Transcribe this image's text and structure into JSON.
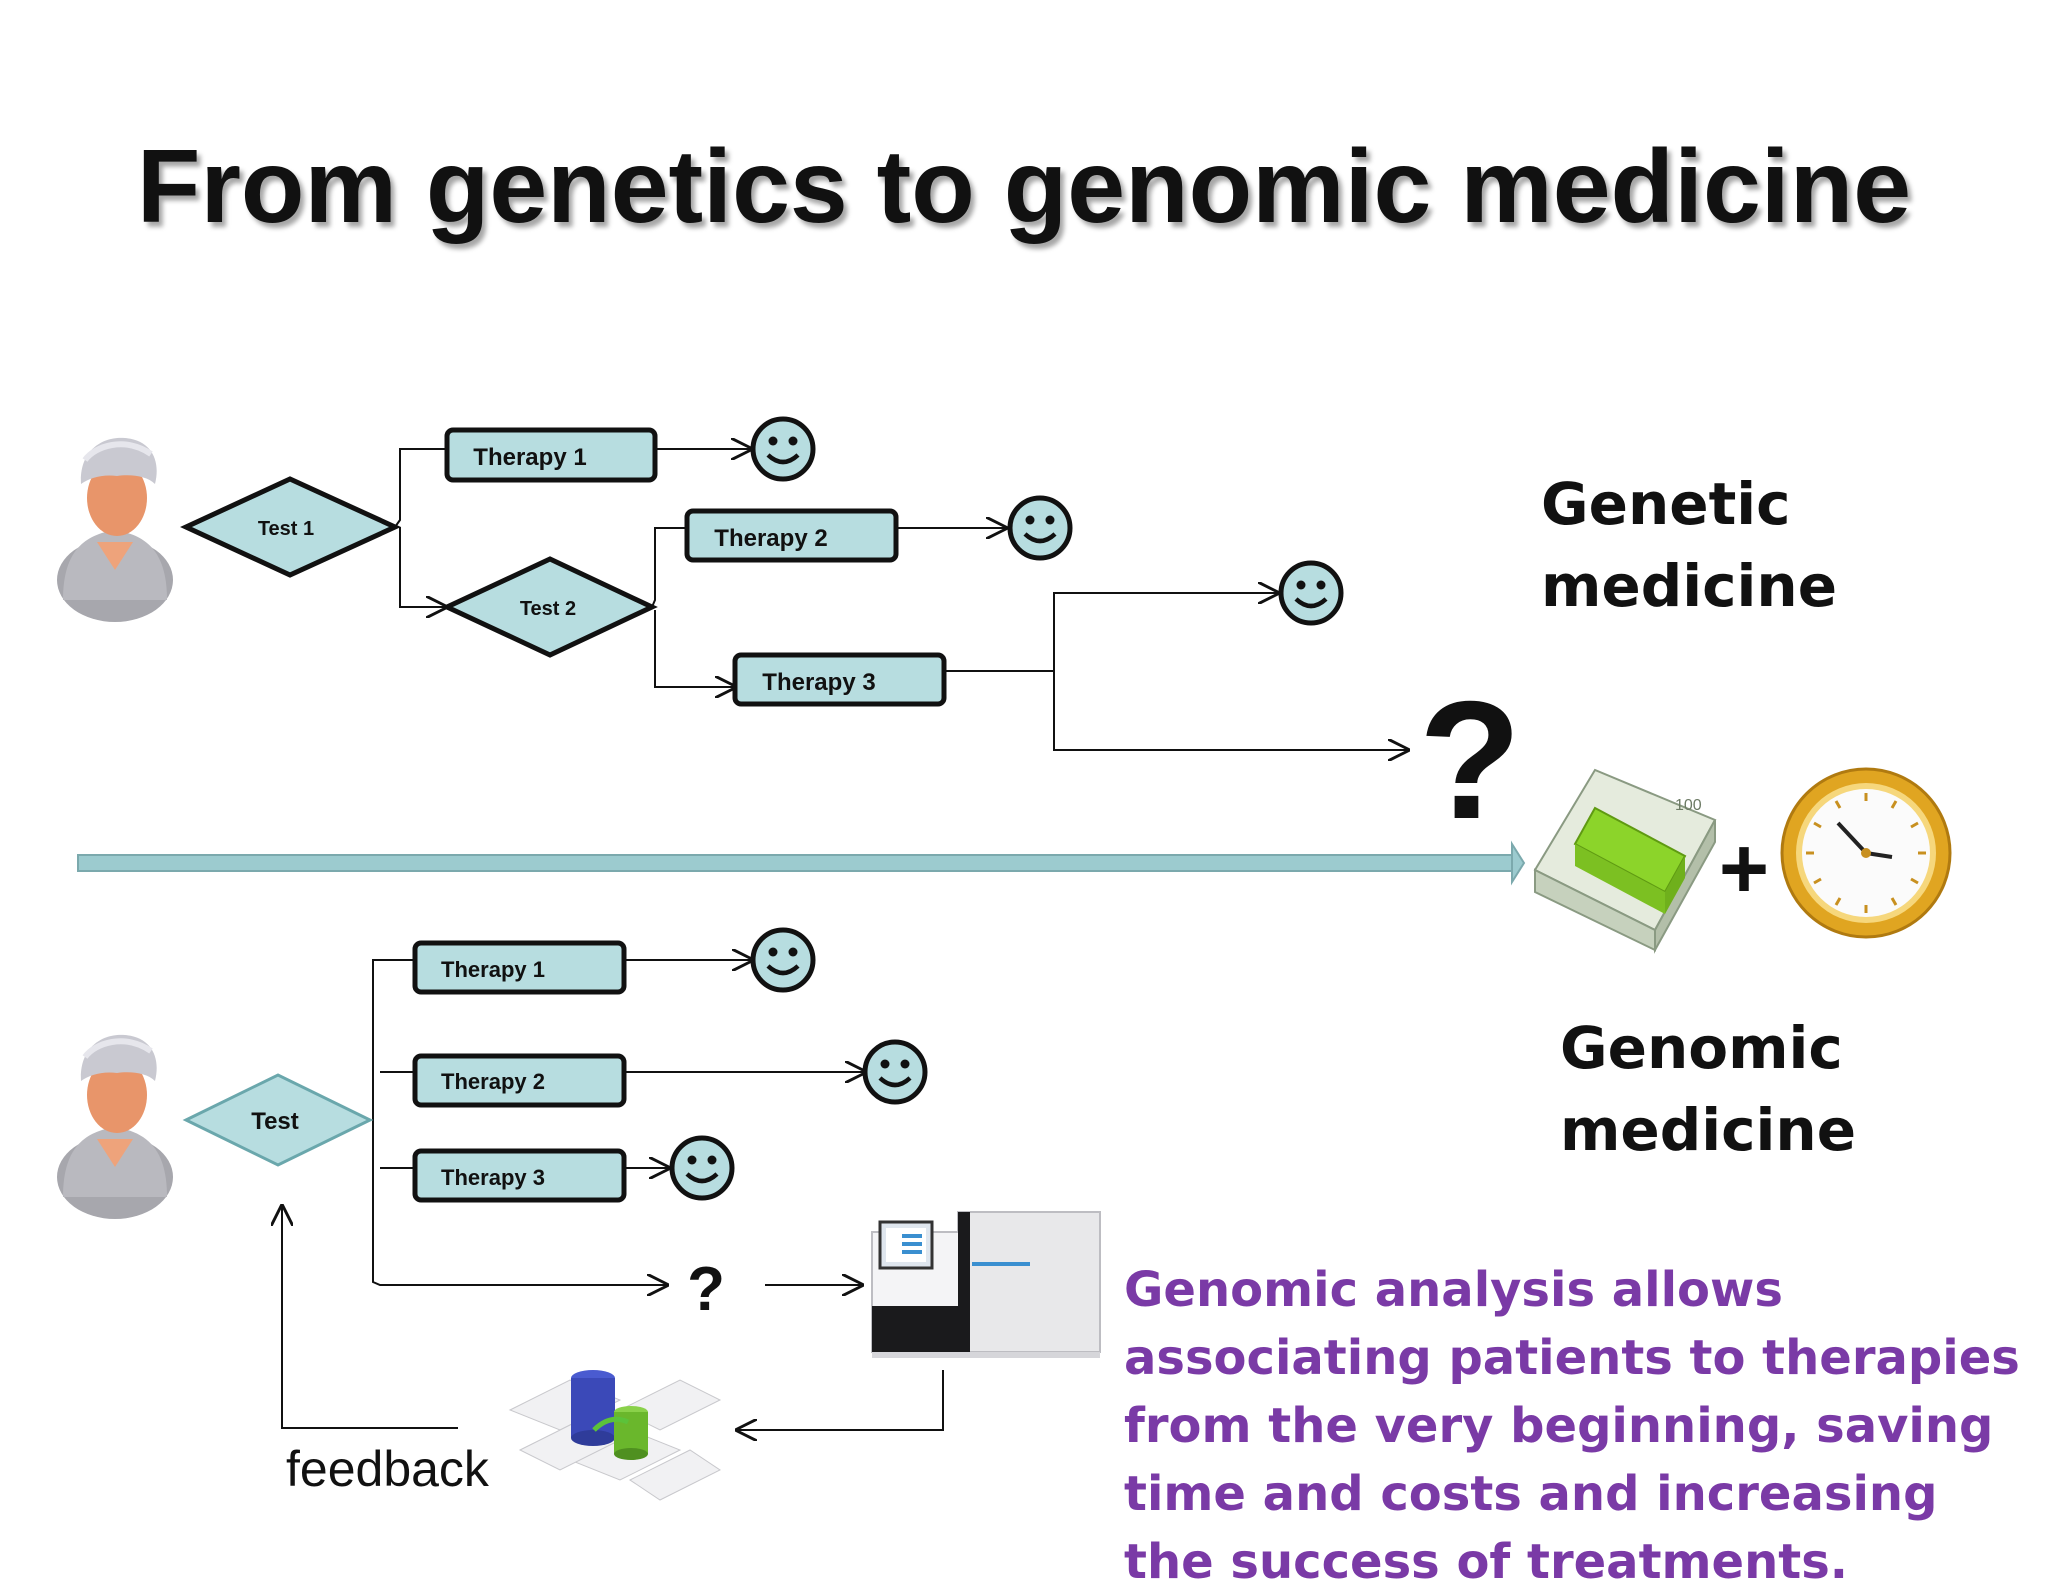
{
  "title": "From genetics to genomic medicine",
  "genetic_label": {
    "line1": "Genetic",
    "line2": "medicine"
  },
  "genomic_label": {
    "line1": "Genomic",
    "line2": "medicine"
  },
  "genetic_flow": {
    "test1": "Test 1",
    "test2": "Test 2",
    "therapy1": "Therapy 1",
    "therapy2": "Therapy 2",
    "therapy3": "Therapy 3",
    "unknown": "?"
  },
  "genomic_flow": {
    "test": "Test",
    "therapy1": "Therapy 1",
    "therapy2": "Therapy 2",
    "therapy3": "Therapy 3",
    "unknown": "?"
  },
  "plus": "+",
  "feedback": "feedback",
  "summary": "Genomic analysis allows associating patients to therapies from the very beginning, saving time and costs and increasing the success of treatments.",
  "colors": {
    "box_fill": "#b7dde0",
    "stroke": "#111111",
    "arrow_bar": "#9ccbcf",
    "summary_text": "#7a3aa6",
    "money_band": "#8cd42a",
    "clock_gold": "#e0a521"
  },
  "icons": [
    "patient-icon",
    "smiley-icon",
    "money-stack-icon",
    "clock-icon",
    "sequencer-icon",
    "database-icon"
  ]
}
